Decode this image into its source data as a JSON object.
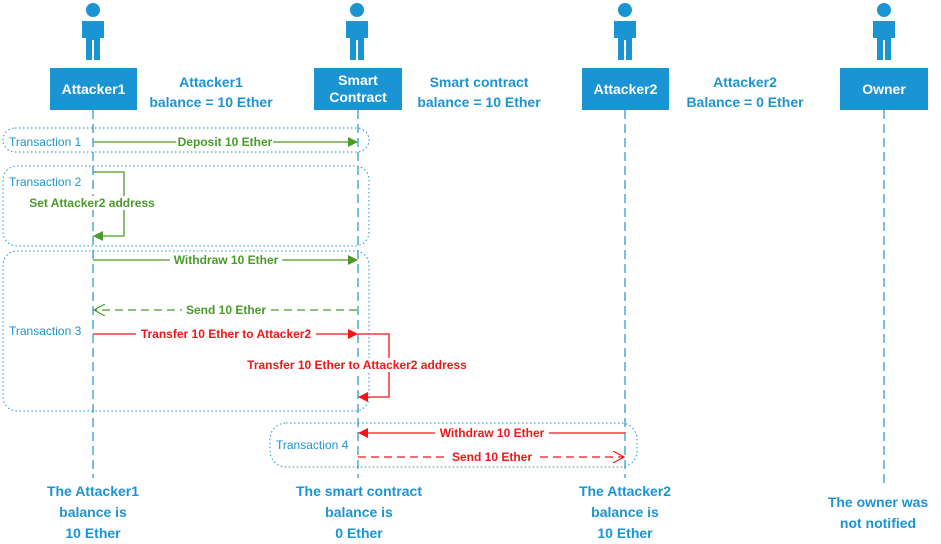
{
  "actors": {
    "attacker1": "Attacker1",
    "contract_line1": "Smart",
    "contract_line2": "Contract",
    "attacker2": "Attacker2",
    "owner": "Owner"
  },
  "info": {
    "attacker1": [
      "Attacker1",
      "balance = 10 Ether"
    ],
    "contract": [
      "Smart contract",
      "balance = 10 Ether"
    ],
    "attacker2": [
      "Attacker2",
      "Balance = 0 Ether"
    ]
  },
  "transactions": [
    "Transaction 1",
    "Transaction 2",
    "Transaction 3",
    "Transaction 4"
  ],
  "messages": {
    "deposit": "Deposit 10 Ether",
    "set_address": "Set Attacker2 address",
    "withdraw1": "Withdraw 10 Ether",
    "send1": "Send 10 Ether",
    "transfer": "Transfer 10 Ether to Attacker2",
    "transfer_self": "Transfer 10 Ether to Attacker2 address",
    "withdraw2": "Withdraw 10 Ether",
    "send2": "Send 10 Ether"
  },
  "footer": {
    "attacker1": [
      "The Attacker1",
      "balance is",
      "10 Ether"
    ],
    "contract": [
      "The smart contract",
      "balance is",
      "0 Ether"
    ],
    "attacker2": [
      "The Attacker2",
      "balance is",
      "10 Ether"
    ],
    "owner": [
      "The owner was",
      "not notified"
    ]
  },
  "colors": {
    "blue": "#1b94d3",
    "green": "#4a9a2a",
    "red": "#f21616"
  },
  "icons": [
    "person-icon"
  ]
}
